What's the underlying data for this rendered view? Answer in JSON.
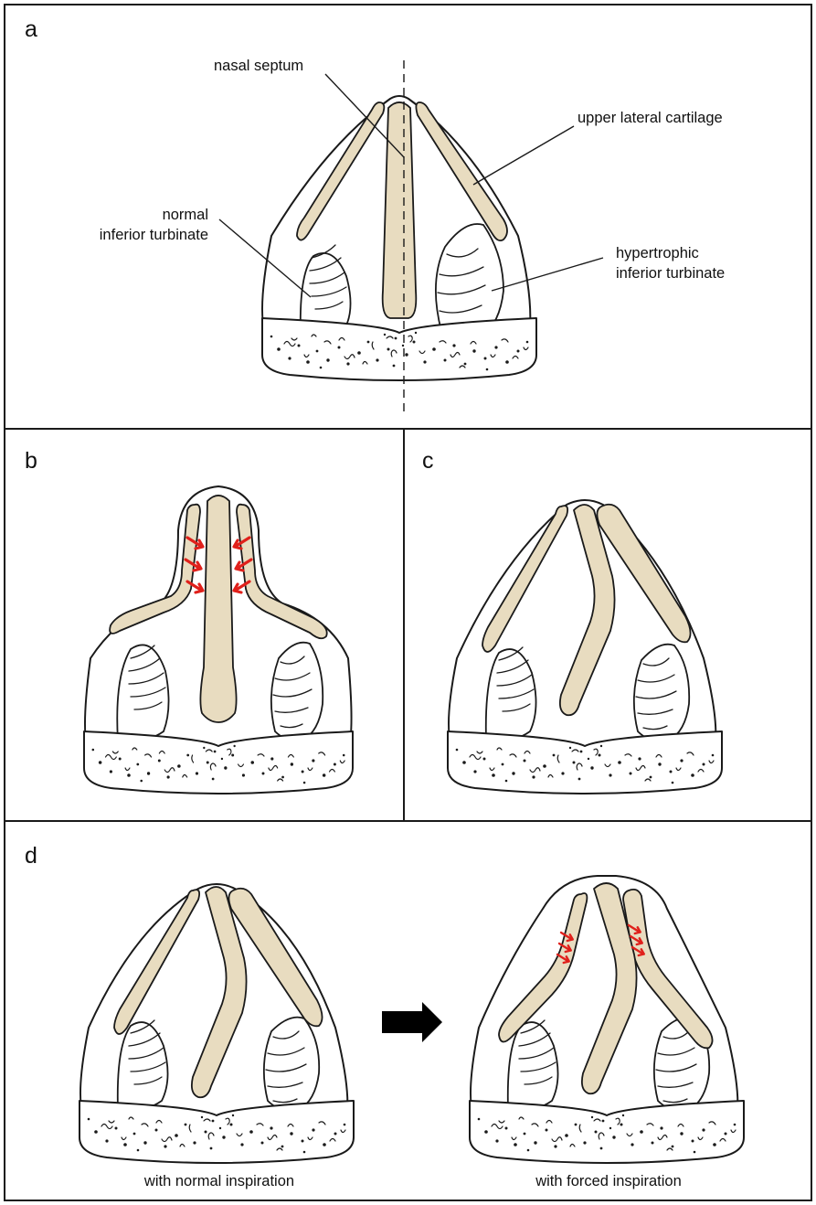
{
  "panels": {
    "a": {
      "letter": "a"
    },
    "b": {
      "letter": "b"
    },
    "c": {
      "letter": "c"
    },
    "d": {
      "letter": "d"
    }
  },
  "labels": {
    "nasal_septum": "nasal septum",
    "upper_lateral_cartilage": "upper lateral cartilage",
    "normal_turbinate_line1": "normal",
    "normal_turbinate_line2": "inferior turbinate",
    "hypertrophic_turbinate_line1": "hypertrophic",
    "hypertrophic_turbinate_line2": "inferior turbinate"
  },
  "captions": {
    "normal_inspiration": "with normal inspiration",
    "forced_inspiration": "with forced inspiration"
  },
  "colors": {
    "cartilage": "#e8dcc0",
    "arrow_red": "#e0201b",
    "arrow_black": "#000000"
  },
  "icons": {
    "transition_arrow": "right-arrow-icon",
    "collapse_arrows": "red-arrows-icon"
  }
}
